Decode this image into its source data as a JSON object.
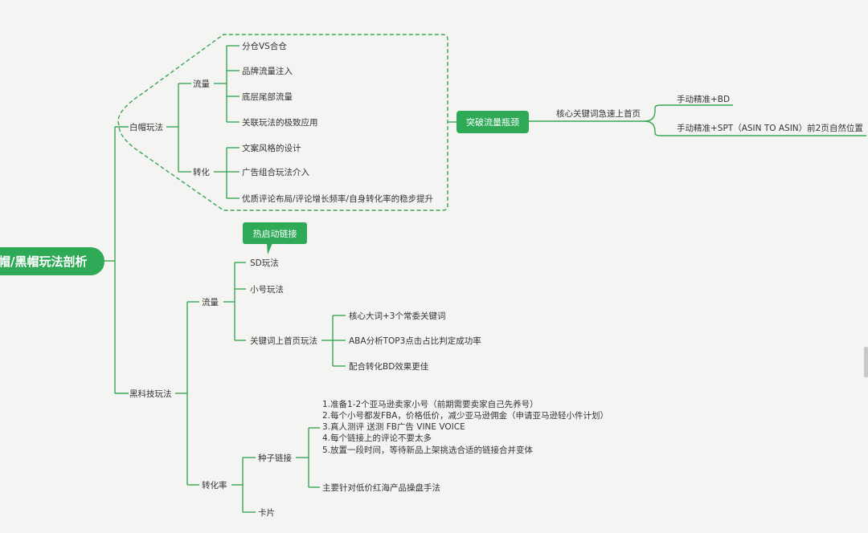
{
  "root": {
    "label": "帽/黑帽玩法剖析"
  },
  "white_hat": {
    "label": "白帽玩法",
    "traffic": {
      "label": "流量",
      "items": [
        "分仓VS合仓",
        "品牌流量注入",
        "底层尾部流量",
        "关联玩法的极致应用"
      ]
    },
    "conversion": {
      "label": "转化",
      "items": [
        "文案风格的设计",
        "广告组合玩法介入",
        "优质评论布局/评论增长频率/自身转化率的稳步提升"
      ]
    }
  },
  "breakthrough": {
    "label": "突破流量瓶颈",
    "edge_label": "核心关键词急速上首页",
    "items": [
      "手动精准+BD",
      "手动精准+SPT（ASIN TO ASIN）前2页自然位置"
    ]
  },
  "black_hat": {
    "label": "黑科技玩法",
    "hot_start_callout": "热启动链接",
    "traffic": {
      "label": "流量",
      "items": [
        "SD玩法",
        "小号玩法",
        "关键词上首页玩法"
      ],
      "keyword_items": [
        "核心大词+3个常委关键词",
        "ABA分析TOP3点击占比判定成功率",
        "配合转化BD效果更佳"
      ]
    },
    "conversion": {
      "label": "转化率",
      "seed": {
        "label": "种子链接",
        "steps": [
          "1.准备1-2个亚马逊卖家小号（前期需要卖家自己先养号）",
          "2.每个小号都发FBA，价格低价，减少亚马逊佣金（申请亚马逊轻小件计划）",
          "3.真人测评 送测 FB广告 VINE  VOICE",
          "4.每个链接上的评论不要太多",
          "5.放置一段时间，等待新品上架挑选合适的链接合并变体"
        ],
        "note": "主要针对低价红海产品操盘手法"
      },
      "card": {
        "label": "卡片"
      }
    }
  },
  "colors": {
    "accent": "#3aa655",
    "pill": "#2eaa57",
    "text": "#333333",
    "background": "#f4f4f2"
  }
}
